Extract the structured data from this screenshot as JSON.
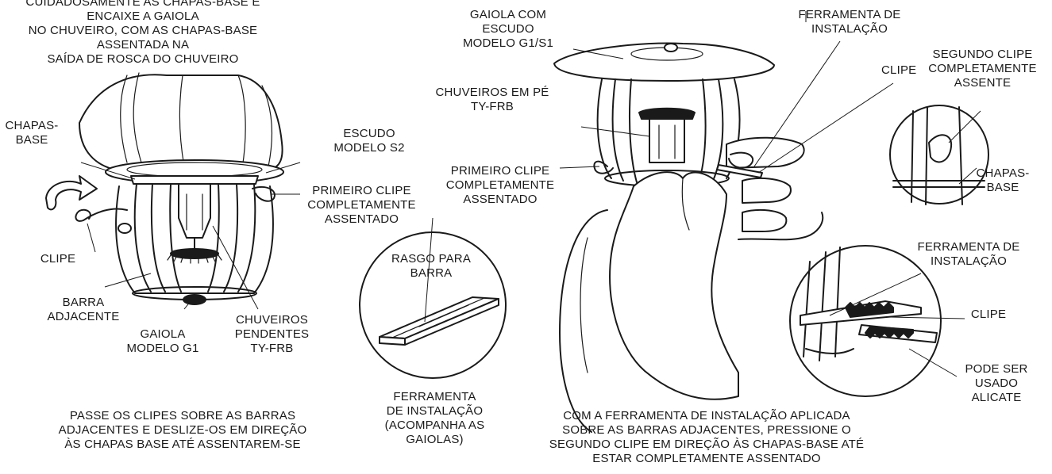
{
  "captions": {
    "top_left": "CUIDADOSAMENTE AS CHAPAS-BASE E ENCAIXE A GAIOLA\nNO CHUVEIRO, COM AS CHAPAS-BASE  ASSENTADA NA\nSAÍDA DE ROSCA DO CHUVEIRO",
    "bottom_left": "PASSE OS CLIPES SOBRE AS BARRAS\nADJACENTES E DESLIZE-OS EM DIREÇÃO\nÀS CHAPAS BASE ATÉ ASSENTAREM-SE",
    "bottom_right": "COM A FERRAMENTA DE INSTALAÇÃO APLICADA\nSOBRE AS BARRAS ADJACENTES, PRESSIONE O\nSEGUNDO CLIPE EM DIREÇÃO ÀS CHAPAS-BASE ATÉ\nESTAR COMPLETAMENTE ASSENTADO"
  },
  "left_figure": {
    "chapas_base": "CHAPAS-\nBASE",
    "escudo_s2": "ESCUDO\nMODELO S2",
    "primeiro_clipe": "PRIMEIRO CLIPE\nCOMPLETAMENTE\nASSENTADO",
    "clipe": "CLIPE",
    "barra_adjacente": "BARRA\nADJACENTE",
    "gaiola_g1": "GAIOLA\nMODELO G1",
    "chuveiros_pendentes": "CHUVEIROS\nPENDENTES\nTY-FRB"
  },
  "tool_figure": {
    "rasgo": "RASGO PARA\nBARRA",
    "ferramenta": "FERRAMENTA\nDE INSTALAÇÃO\n(ACOMPANHA AS\nGAIOLAS)"
  },
  "right_figure": {
    "gaiola_escudo": "GAIOLA COM\nESCUDO\nMODELO G1/S1",
    "chuveiros_pe": "CHUVEIROS EM PÉ\nTY-FRB",
    "primeiro_clipe": "PRIMEIRO CLIPE\nCOMPLETAMENTE\nASSENTADO",
    "ferramenta_top": "FERRAMENTA DE\nINSTALAÇÃO",
    "clipe_top": "CLIPE",
    "segundo_clipe": "SEGUNDO CLIPE\nCOMPLETAMENTE\nASSENTE",
    "chapas_base": "CHAPAS-\nBASE",
    "ferramenta_bottom": "FERRAMENTA DE\nINSTALAÇÃO",
    "clipe_bottom": "CLIPE",
    "alicate": "PODE SER\nUSADO\nALICATE"
  }
}
